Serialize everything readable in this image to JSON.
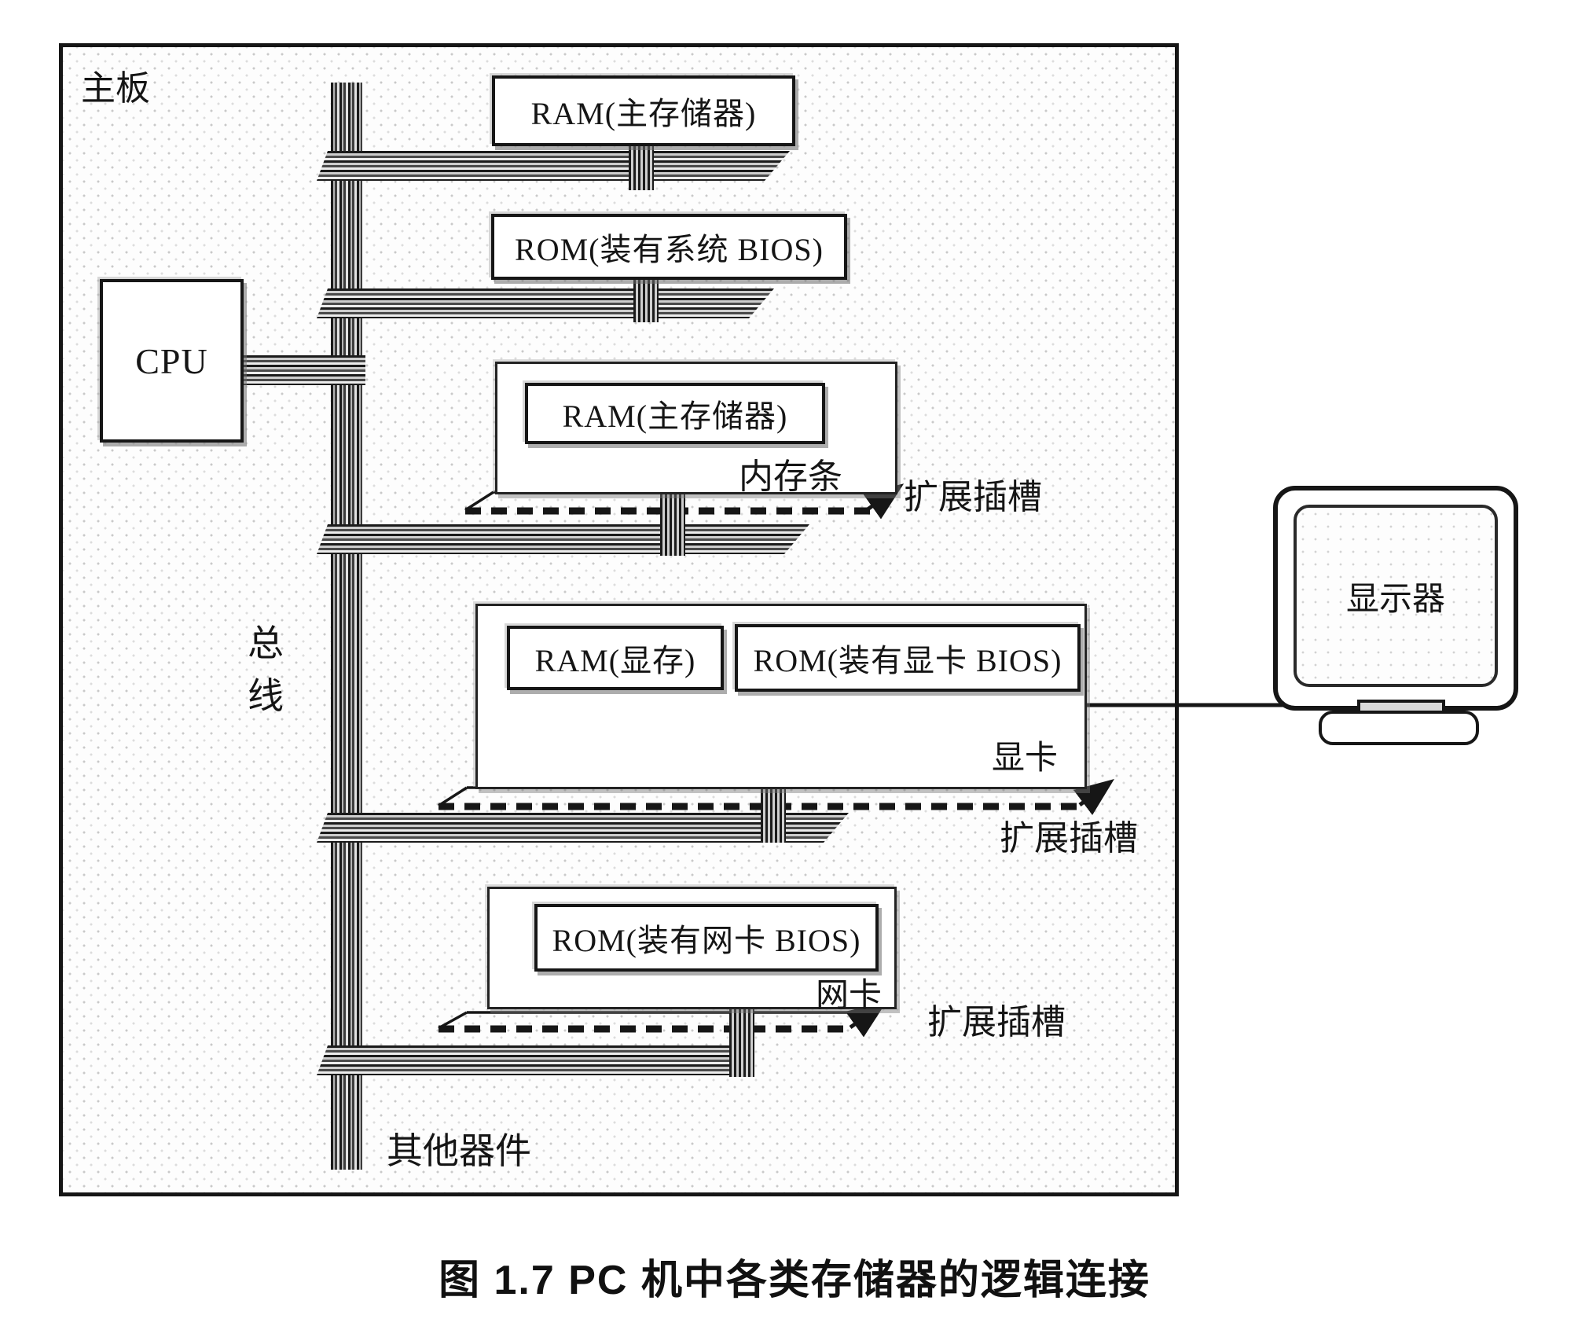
{
  "figure": {
    "caption": "图 1.7  PC 机中各类存储器的逻辑连接",
    "board": {
      "label": "主板"
    },
    "bus": {
      "label": "总线"
    },
    "cpu": {
      "label": "CPU"
    },
    "other_components": {
      "label": "其他器件"
    },
    "monitor": {
      "label": "显示器"
    },
    "ram_main_top": {
      "label": "RAM(主存储器)"
    },
    "rom_system": {
      "label": "ROM(装有系统 BIOS)"
    },
    "memory_module": {
      "label": "内存条",
      "ram": "RAM(主存储器)"
    },
    "video_card": {
      "label": "显卡",
      "ram": "RAM(显存)",
      "rom": "ROM(装有显卡 BIOS)"
    },
    "network_card": {
      "label": "网卡",
      "rom": "ROM(装有网卡 BIOS)"
    },
    "slots": [
      {
        "label": "扩展插槽"
      },
      {
        "label": "扩展插槽"
      },
      {
        "label": "扩展插槽"
      }
    ],
    "colors": {
      "line": "#161616",
      "box_bg": "#ffffff",
      "shadow": "#6a6a6a"
    }
  }
}
